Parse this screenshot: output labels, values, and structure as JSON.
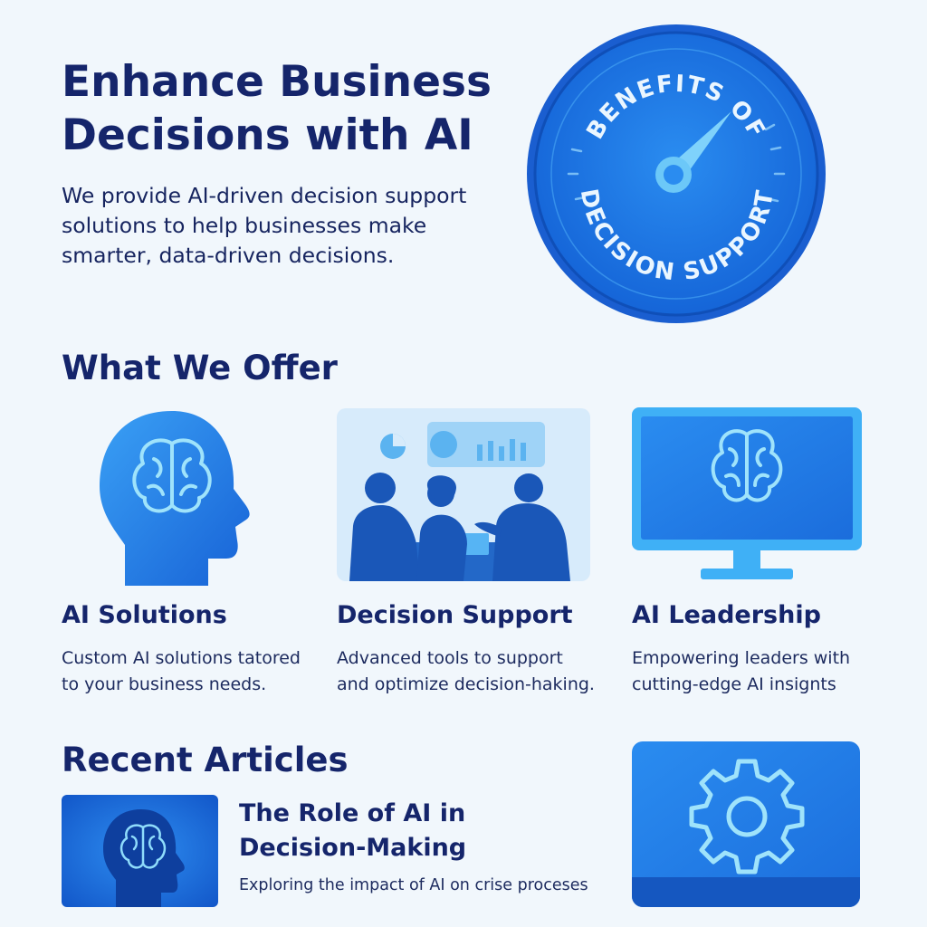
{
  "hero": {
    "title": "Enhance Business\nDecisions with AI",
    "description": "We provide AI-driven decision support\nsolutions to help businesses make\nsmarter, data-driven decisions.",
    "badge": {
      "top_text": "BENEFITS OF",
      "bottom_text": "DECISION SUPPORT"
    }
  },
  "offer": {
    "heading": "What We Offer",
    "cards": [
      {
        "name": "AI Solutions",
        "description": "Custom AI solutions tatored\nto your business needs.",
        "icon": "brain-head-icon"
      },
      {
        "name": "Decision Support",
        "description": "Advanced tools to support\nand optimize decision-haking.",
        "icon": "team-meeting-illustration"
      },
      {
        "name": "AI Leadership",
        "description": "Empowering leaders with\ncutting-edge AI insignts",
        "icon": "monitor-brain-icon"
      }
    ]
  },
  "articles": {
    "heading": "Recent Articles",
    "items": [
      {
        "title": "The Role of AI in\nDecision-Making",
        "description": "Exploring the impact of AI on crise proceses",
        "icon": "brain-head-icon"
      },
      {
        "title": "",
        "description": "",
        "icon": "gear-icon"
      }
    ]
  },
  "colors": {
    "primary_dark": "#15256b",
    "accent": "#1e7ee6",
    "accent_light": "#5cc6f5",
    "background": "#f1f7fc"
  }
}
